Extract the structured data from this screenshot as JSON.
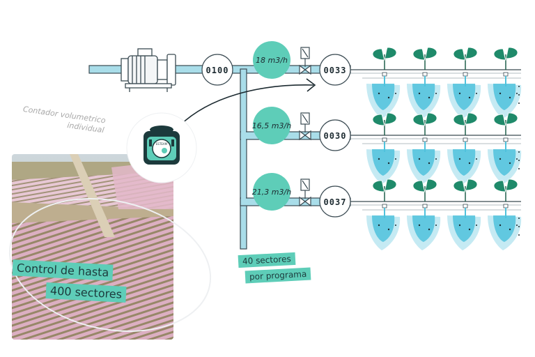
{
  "meters": {
    "main": "0100",
    "sectors": [
      {
        "counter": "0033",
        "flow": "18 m3/h"
      },
      {
        "counter": "0030",
        "flow": "16,5 m3/h"
      },
      {
        "counter": "0037",
        "flow": "21,3 m3/h"
      }
    ]
  },
  "annotations": {
    "contador_line1": "Contador volumetrico",
    "contador_line2": "individual",
    "control_line1": "Control de hasta",
    "control_line2": "400 sectores",
    "sectores_line1": "40 sectores",
    "sectores_line2": "por programa"
  },
  "device": {
    "brand": "ESTEAM"
  },
  "colors": {
    "pipe": "#a9dde9",
    "pipe_stroke": "#3a4a52",
    "flow_bubble": "#5ecdb8",
    "leaf": "#1f8a6a",
    "drop": "#4fc2dc",
    "tag": "#5ecdb8",
    "ink": "#1c2a30"
  }
}
